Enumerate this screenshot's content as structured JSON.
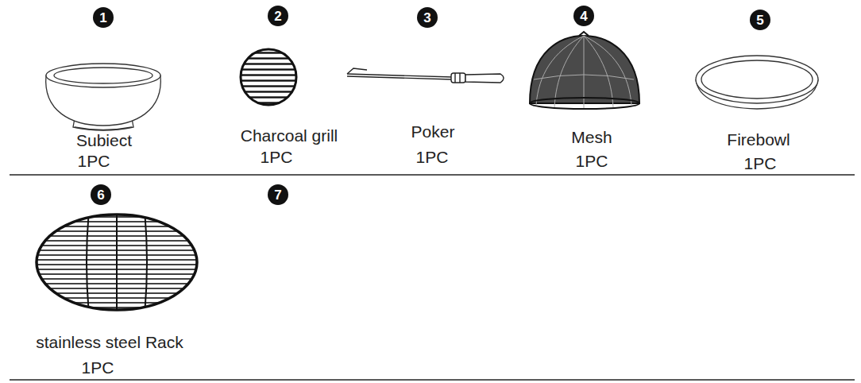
{
  "diagram": {
    "labels": [
      "1",
      "Subiect",
      "1PC",
      "2",
      "Charcoal grill",
      "1PC",
      "3",
      "Poker",
      "1PC",
      "4",
      "Mesh",
      "1PC",
      "5",
      "Firebowl",
      "1PC",
      "6",
      "stainless steel Rack",
      "1PC",
      "7"
    ]
  }
}
